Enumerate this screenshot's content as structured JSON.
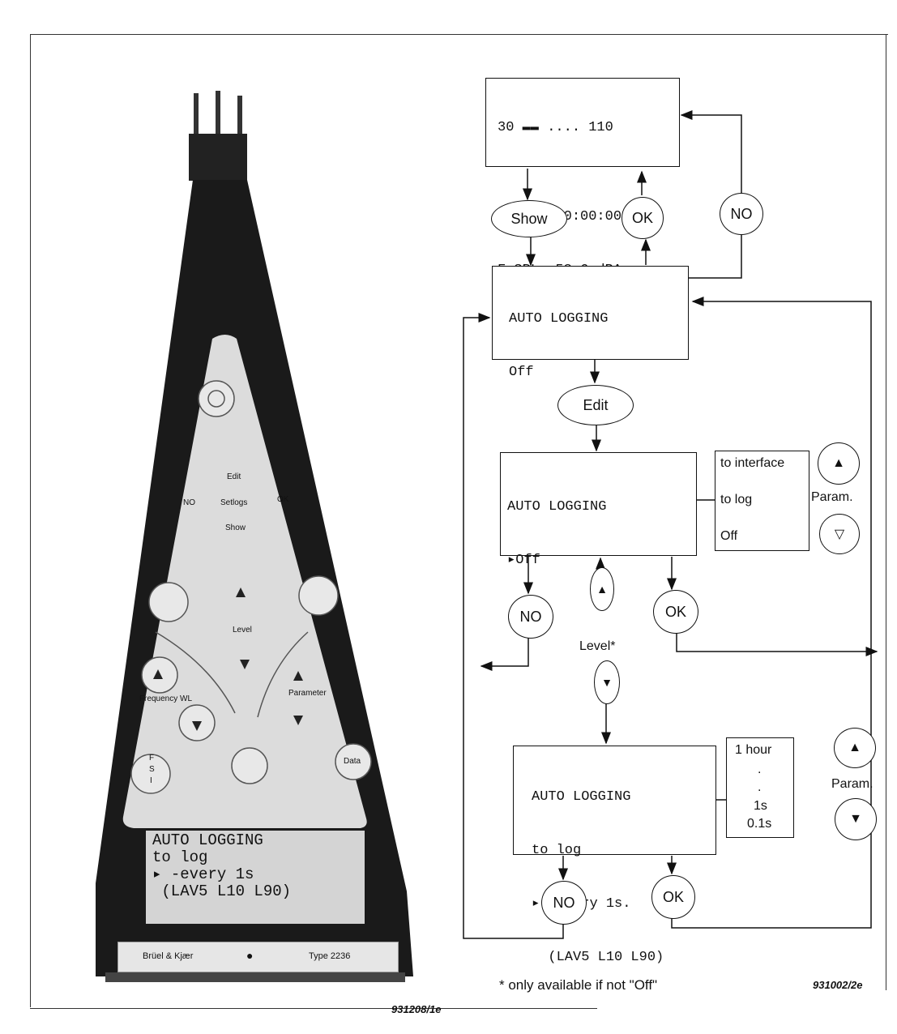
{
  "screens": {
    "top": {
      "lines": [
        "30 ▬▬ .... 110",
        "",
        "PAUSE  00:00:00",
        "F SPL  58.6 dBA"
      ]
    },
    "off": {
      "lines": [
        "AUTO LOGGING",
        "Off"
      ]
    },
    "edit_off": {
      "lines": [
        "AUTO LOGGING",
        "▸Off"
      ]
    },
    "edit_log": {
      "lines": [
        "AUTO LOGGING",
        "to log",
        "▸ -every 1s.",
        "  (LAV5 L10 L90)"
      ]
    }
  },
  "options_mode": [
    "to interface",
    "to log",
    "Off"
  ],
  "options_interval": [
    "1 hour",
    ".",
    ".",
    "1s",
    "0.1s"
  ],
  "buttons": {
    "show": "Show",
    "ok": "OK",
    "no": "NO",
    "edit": "Edit"
  },
  "labels": {
    "param": "Param.",
    "level": "Level*",
    "footnote": "* only available if not \"Off\"",
    "code_left": "931208/1e",
    "code_right": "931002/2e"
  },
  "meter": {
    "display_lines": [
      "AUTO LOGGING",
      "to log",
      "▸ -every 1s",
      " (LAV5 L10 L90)"
    ],
    "keys": {
      "edit": "Edit",
      "no": "NO",
      "setlogs": "Setlogs",
      "ok": "OK",
      "show": "Show",
      "level": "Level",
      "frequency": "Frequency WL",
      "parameter": "Parameter",
      "data": "Data",
      "fsi_f": "F",
      "fsi_s": "S",
      "fsi_i": "I"
    },
    "brand": "Brüel & Kjær",
    "type": "Type 2236"
  },
  "colors": {
    "ink": "#111111",
    "meter_body": "#1a1a1a",
    "meter_face": "#d9d9d9"
  }
}
